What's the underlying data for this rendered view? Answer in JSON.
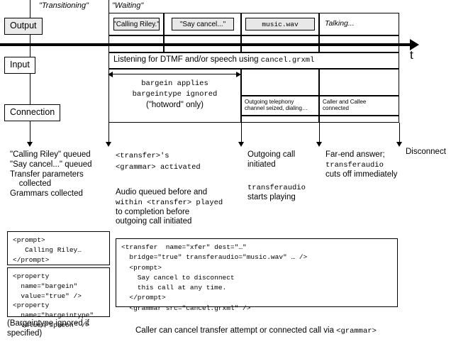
{
  "diagram": {
    "title_states": [
      {
        "label": "\"Transitioning\""
      },
      {
        "label": "\"Waiting\""
      }
    ],
    "axis": {
      "time_symbol": "t"
    },
    "rows": [
      {
        "name": "output",
        "label": "Output",
        "filled": true
      },
      {
        "name": "input",
        "label": "Input",
        "filled": false
      },
      {
        "name": "connection",
        "label": "Connection",
        "filled": false
      }
    ],
    "output_items": [
      {
        "label": "\"Calling Riley.\"",
        "mono": false
      },
      {
        "label": "\"Say cancel...\"",
        "mono": false
      },
      {
        "label": "music.wav",
        "mono": true
      },
      {
        "label": "Talking...",
        "mono": false,
        "italic": true
      }
    ],
    "input_row": {
      "text_plain": "Listening for DTMF and/or speech using ",
      "text_mono": "cancel.grxml"
    },
    "bargein_note": {
      "line1": "bargein applies",
      "line2": "bargeintype ignored",
      "line3": "(\"hotword\" only)"
    },
    "connection_cells": [
      {
        "line1": "Outgoing telephony",
        "line2": "channel seized, dialing…"
      },
      {
        "line1": "Caller and Callee",
        "line2": "connected"
      }
    ],
    "events": [
      {
        "name": "event-queue",
        "lines": [
          "\"Calling Riley\"  queued",
          "\"Say cancel...\" queued",
          "Transfer parameters",
          "    collected",
          "Grammars collected"
        ]
      },
      {
        "name": "event-grammar-activated",
        "lines": [
          "<transfer>'s",
          "<grammar> activated"
        ],
        "sub": [
          "Audio queued before and",
          "within <transfer>  played",
          "to completion before",
          "outgoing call initiated"
        ]
      },
      {
        "name": "event-outgoing-call",
        "lines": [
          "Outgoing call",
          "initiated"
        ],
        "sub": [
          "transferaudio",
          "starts playing"
        ]
      },
      {
        "name": "event-far-end-answer",
        "lines": [
          "Far-end answer;",
          "transferaudio",
          "cuts off immediately"
        ]
      },
      {
        "name": "event-disconnect",
        "lines": [
          "Disconnect"
        ]
      }
    ],
    "code_prompt": "<prompt>\n   Calling Riley…\n</prompt>",
    "code_property": "<property\n  name=\"bargein\"\n  value=\"true\" />\n<property\n  name=\"bargeintype\"\n  value=\"speech\" />",
    "bargeintype_note": "(Bargeintype ignored if\nspecified)",
    "code_transfer": "<transfer  name=\"xfer\" dest=\"…\"\n  bridge=\"true\" transferaudio=\"music.wav\" … />\n  <prompt>\n    Say cancel to disconnect\n    this call at any time.\n  </prompt>\n  <grammar src=\"cancel.grxml\" />",
    "bottom_caption_plain": "Caller can cancel transfer attempt or connected call via ",
    "bottom_caption_mono": "<grammar>"
  }
}
